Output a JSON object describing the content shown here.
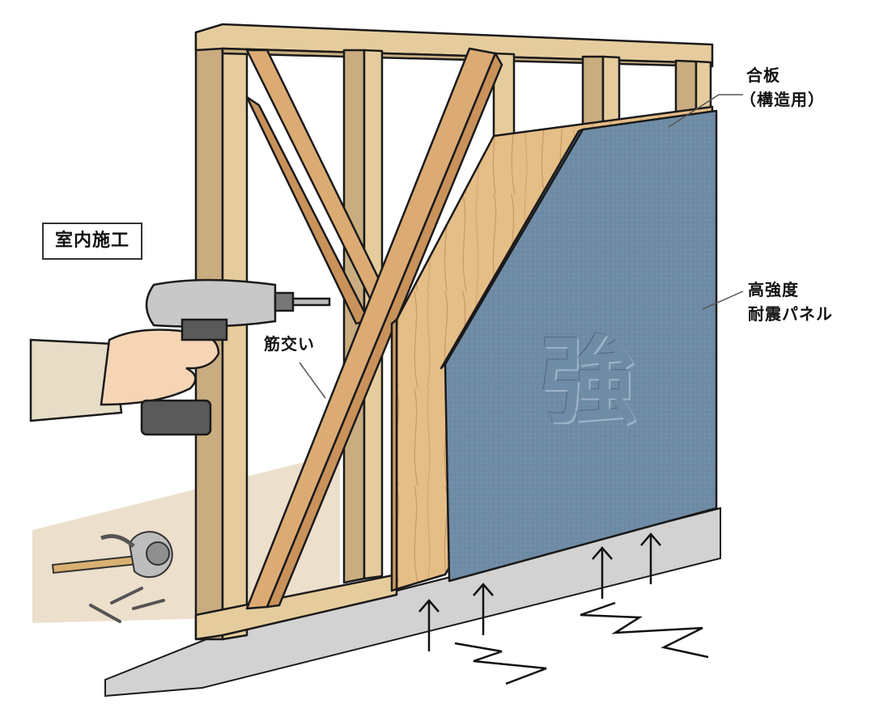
{
  "illustration": {
    "title_box": "室内施工",
    "labels": {
      "plywood_line1": "合板",
      "plywood_line2": "（構造用）",
      "panel_line1": "高強度",
      "panel_line2": "耐震パネル",
      "brace": "筋交い"
    },
    "panel_emblem": "強",
    "colors": {
      "wood_light": "#e6cc9d",
      "wood_shade": "#c9ad80",
      "brace_wood": "#dcab74",
      "plywood": "#e5bd86",
      "panel_blue": "#6f8ca6",
      "panel_edge": "#4d6781",
      "foundation": "#d2d2d2",
      "floor": "#ecdfcb",
      "outline": "#1a1a1a"
    },
    "arrows_up_count": 4,
    "zigzag_count": 2
  }
}
